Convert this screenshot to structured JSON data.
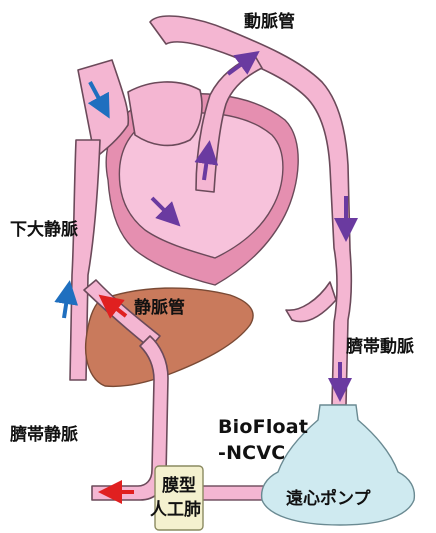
{
  "labels": {
    "ductus_arteriosus": "動脈管",
    "inferior_vena_cava": "下大静脈",
    "ductus_venosus": "静脈管",
    "umbilical_artery": "臍帯動脈",
    "umbilical_vein": "臍帯静脈",
    "device_line1": "BioFloat",
    "device_line2": "-NCVC",
    "centrifugal_pump": "遠心ポンプ",
    "oxygenator_line1": "膜型",
    "oxygenator_line2": "人工肺"
  },
  "colors": {
    "vessel": "#f4b6d2",
    "heart_dark": "#e58fb0",
    "liver": "#c97a5c",
    "device": "#cfeaf0",
    "oxygenator": "#f4f1cf",
    "arrow_blue": "#1f6fbf",
    "arrow_purple": "#6a3aa0",
    "arrow_red": "#e02020"
  }
}
